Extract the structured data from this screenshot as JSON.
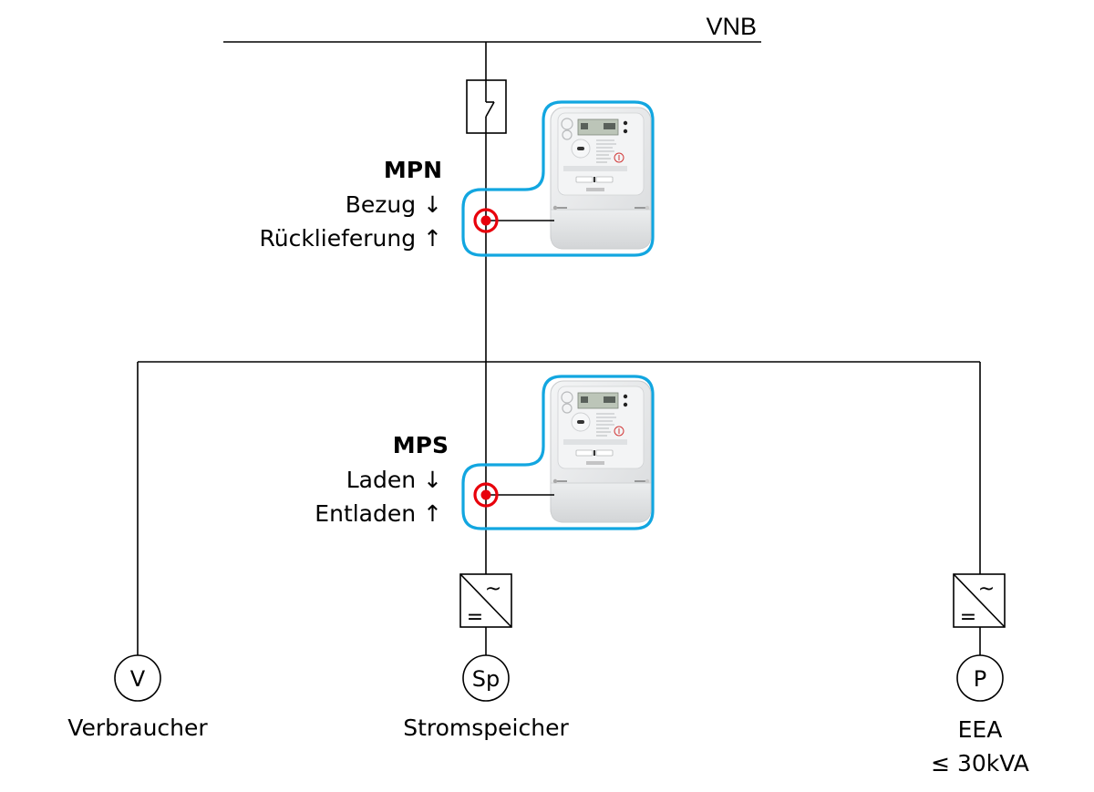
{
  "grid": {
    "label": "VNB"
  },
  "meters": [
    {
      "id": "mpn",
      "title": "MPN",
      "line1": "Bezug ↓",
      "line2": "Rücklieferung ↑"
    },
    {
      "id": "mps",
      "title": "MPS",
      "line1": "Laden ↓",
      "line2": "Entladen ↑"
    }
  ],
  "loads": [
    {
      "id": "verbraucher",
      "symbol": "V",
      "label": "Verbraucher",
      "label2": ""
    },
    {
      "id": "stromspeicher",
      "symbol": "Sp",
      "label": "Stromspeicher",
      "label2": ""
    },
    {
      "id": "eea",
      "symbol": "P",
      "label": "EEA",
      "label2": "≤ 30kVA"
    }
  ],
  "inverter": {
    "ac_symbol": "~",
    "dc_symbol": "="
  },
  "colors": {
    "meter_boundary": "#12a6e0",
    "measurement_point": "#e8000b",
    "wire": "#000000"
  }
}
